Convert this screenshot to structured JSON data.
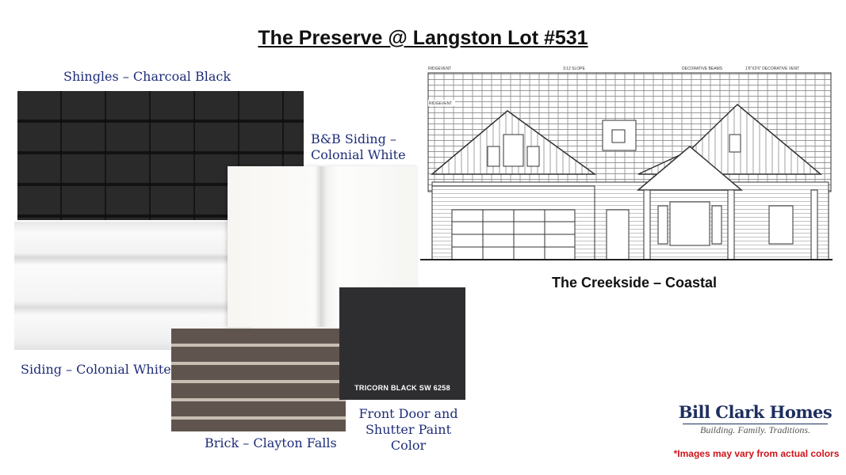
{
  "title": "The Preserve @ Langston Lot #531",
  "swatches": {
    "shingles_label": "Shingles – Charcoal Black",
    "bb_siding_label_line1": "B&B Siding –",
    "bb_siding_label_line2": "Colonial White",
    "siding_label": "Siding – Colonial White",
    "brick_label": "Brick – Clayton Falls",
    "paint_swatch_text": "TRICORN BLACK SW 6258",
    "paint_label_line1": "Front Door and",
    "paint_label_line2": "Shutter Paint Color"
  },
  "elevation": {
    "caption": "The Creekside – Coastal",
    "annotations": [
      "RIDGEVENT",
      "3:12 SLOPE",
      "DECORATIVE BEAMS",
      "1'6\"X2'6\" DECORATIVE VENT",
      "RIDGEVENT"
    ]
  },
  "logo": {
    "name": "Bill Clark Homes",
    "tagline": "Building. Family. Traditions."
  },
  "disclaimer": "*Images may vary from actual colors",
  "colors": {
    "label_navy": "#1f2d78",
    "disclaimer_red": "#d0141a",
    "logo_navy": "#1e2f5e"
  }
}
